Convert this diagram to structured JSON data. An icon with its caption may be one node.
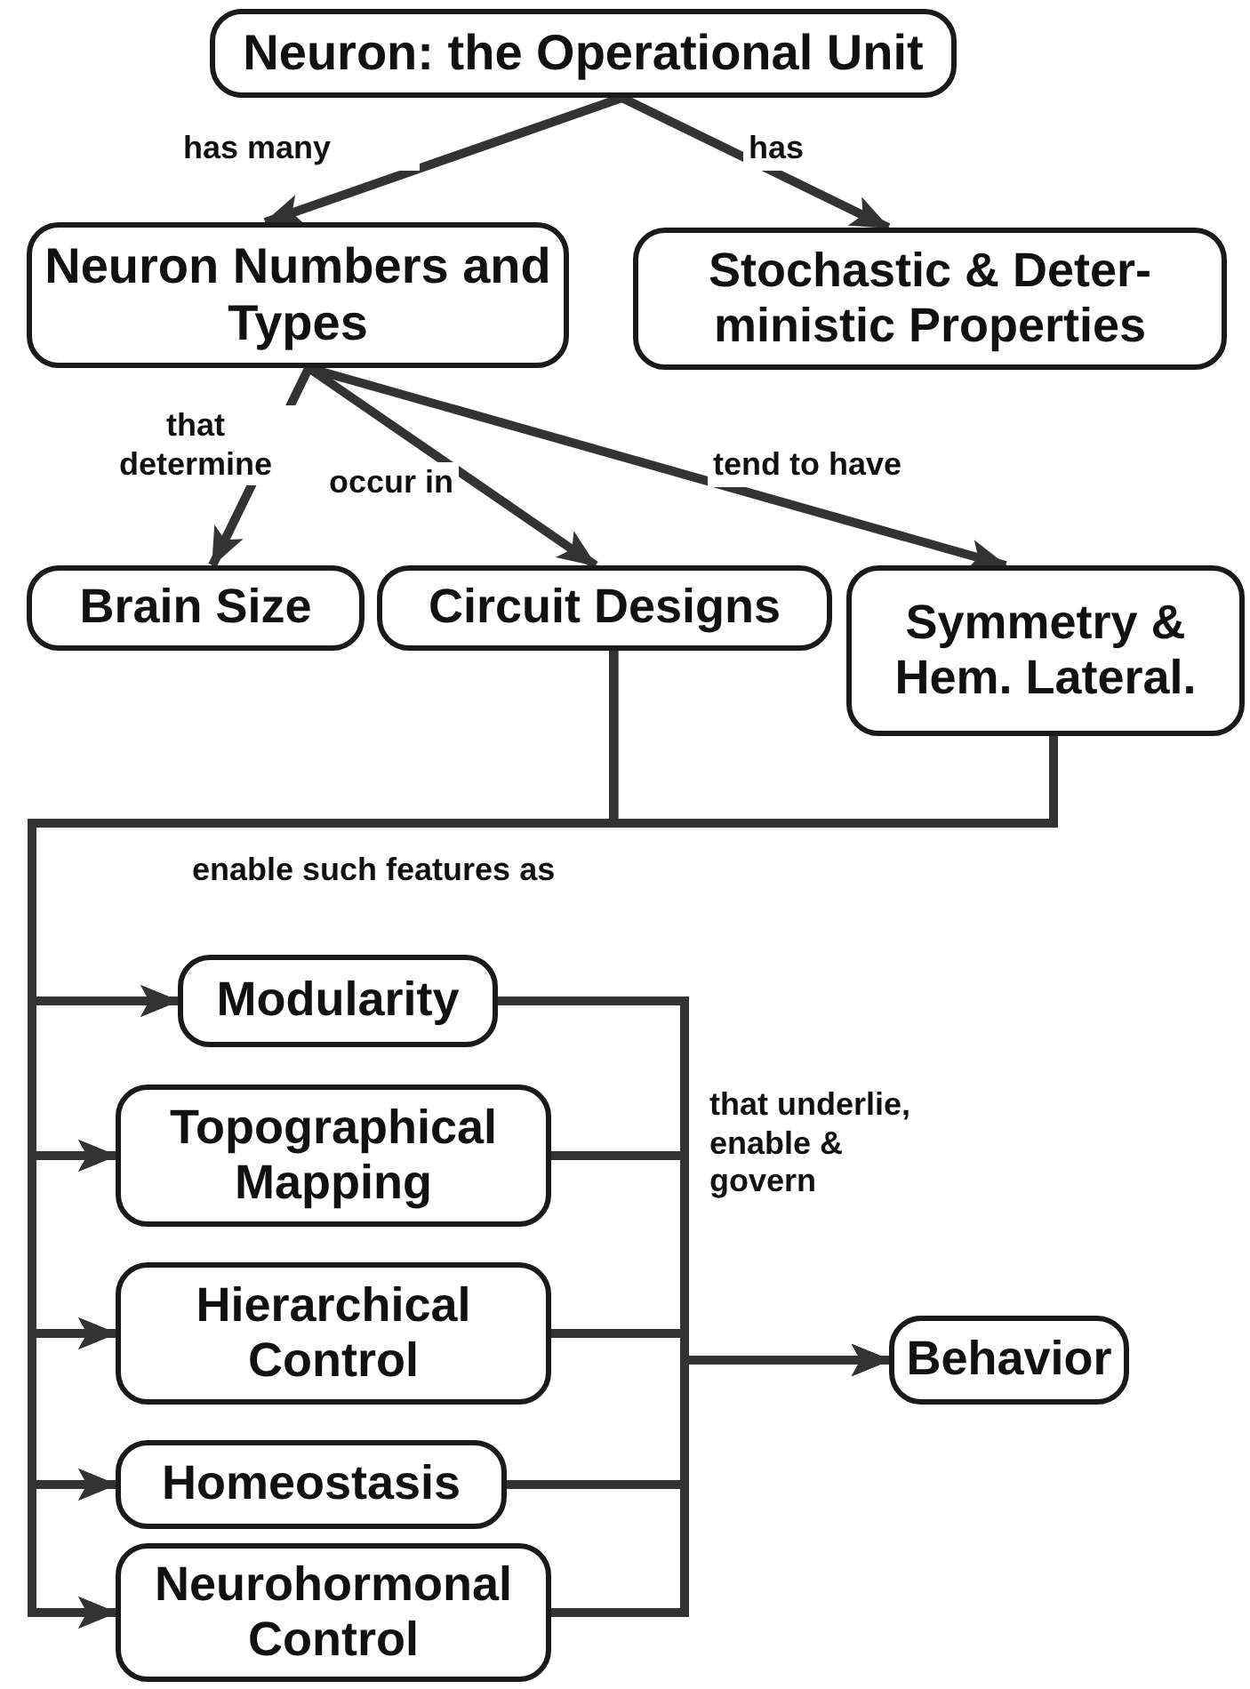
{
  "diagram": {
    "nodes": [
      {
        "text": [
          "Neuron: the Operational Unit"
        ]
      },
      {
        "text": [
          "Neuron Numbers and Types"
        ]
      },
      {
        "text": [
          "Stochastic & Deter- ministic Properties"
        ]
      },
      {
        "text": [
          "Brain Size"
        ]
      },
      {
        "text": [
          "Circuit Designs"
        ]
      },
      {
        "text": [
          "Symmetry & Hem. Lateral."
        ]
      },
      {
        "text": [
          "Modularity"
        ]
      },
      {
        "text": [
          "Topographical Mapping"
        ]
      },
      {
        "text": [
          "Hierarchical Control"
        ]
      },
      {
        "text": [
          "Homeostasis"
        ]
      },
      {
        "text": [
          "Neurohormonal Control"
        ]
      },
      {
        "text": [
          "Behavior"
        ]
      }
    ],
    "edges": [
      {
        "from": 0,
        "to": 1,
        "arrow": "to",
        "label": "has many"
      },
      {
        "from": 0,
        "to": 2,
        "arrow": "to",
        "label": "has"
      },
      {
        "from": 1,
        "to": 3,
        "arrow": "to",
        "label": "that determine"
      },
      {
        "from": 1,
        "to": 4,
        "arrow": "to",
        "label": "occur in"
      },
      {
        "from": 1,
        "to": 5,
        "arrow": "to",
        "label": "tend to have"
      },
      {
        "from": 4,
        "to": 6,
        "arrow": "to",
        "label": "enable such features as"
      },
      {
        "from": 4,
        "to": 7,
        "arrow": "to"
      },
      {
        "from": 4,
        "to": 8,
        "arrow": "to"
      },
      {
        "from": 4,
        "to": 9,
        "arrow": "to"
      },
      {
        "from": 4,
        "to": 10,
        "arrow": "to"
      },
      {
        "from": 5,
        "to": 6,
        "arrow": "to"
      },
      {
        "from": 5,
        "to": 7,
        "arrow": "to"
      },
      {
        "from": 5,
        "to": 8,
        "arrow": "to"
      },
      {
        "from": 5,
        "to": 9,
        "arrow": "to"
      },
      {
        "from": 5,
        "to": 10,
        "arrow": "to"
      },
      {
        "from": 6,
        "to": 11,
        "arrow": "to",
        "label": "that underlie, enable & govern"
      },
      {
        "from": 7,
        "to": 11,
        "arrow": "to"
      },
      {
        "from": 8,
        "to": 11,
        "arrow": "to"
      },
      {
        "from": 9,
        "to": 11,
        "arrow": "to"
      },
      {
        "from": 10,
        "to": 11,
        "arrow": "to"
      }
    ]
  }
}
